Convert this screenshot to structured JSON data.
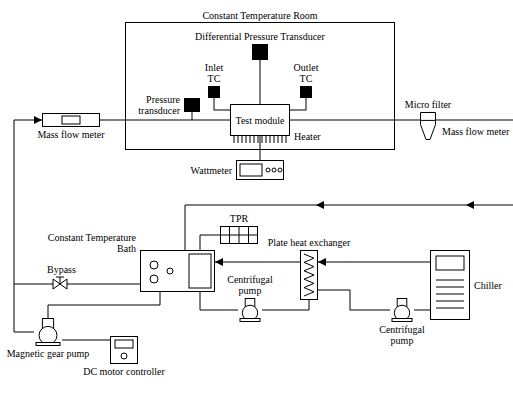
{
  "diagram": {
    "nodes": [
      {
        "text": [
          "Constant Temperature Room"
        ]
      },
      {
        "text": [
          "Differential Pressure Transducer"
        ],
        "in": 0
      },
      {
        "text": [
          "Pressure transducer"
        ],
        "in": 0
      },
      {
        "text": [
          "Inlet TC"
        ],
        "in": 0
      },
      {
        "text": [
          "Outlet TC"
        ],
        "in": 0
      },
      {
        "text": [
          "Test module"
        ],
        "in": 0
      },
      {
        "text": [
          "Mass flow meter"
        ]
      },
      {
        "text": [
          "Micro filter"
        ]
      },
      {
        "text": [
          "Wattmeter"
        ]
      },
      {
        "text": [
          "TPR"
        ]
      },
      {
        "text": [
          "Constant Temperature Bath"
        ]
      },
      {
        "text": [
          "Magnetic gear pump"
        ]
      },
      {
        "text": [
          "DC motor controller"
        ]
      },
      {
        "text": [
          "Centrifugal pump"
        ]
      },
      {
        "text": [
          "Plate heat exchanger"
        ]
      },
      {
        "text": [
          "Centrifugal pump"
        ]
      },
      {
        "text": [
          "Chiller"
        ]
      }
    ],
    "edges": [
      {
        "from": 1,
        "to": 5,
        "arrow": "none"
      },
      {
        "from": 3,
        "to": 5,
        "arrow": "none"
      },
      {
        "from": 4,
        "to": 5,
        "arrow": "none"
      },
      {
        "from": 6,
        "to": 5,
        "arrow": "none"
      },
      {
        "from": 5,
        "to": 7,
        "arrow": "none"
      },
      {
        "from": 8,
        "to": 5,
        "arrow": "none"
      },
      {
        "from": 9,
        "to": 10,
        "arrow": "none"
      },
      {
        "from": 10,
        "to": 11,
        "arrow": "none"
      },
      {
        "from": 11,
        "to": 6,
        "arrow": "to"
      },
      {
        "from": 12,
        "to": 11,
        "arrow": "none"
      },
      {
        "from": 10,
        "to": 13,
        "arrow": "none"
      },
      {
        "from": 13,
        "to": 14,
        "arrow": "none"
      },
      {
        "from": 14,
        "to": 15,
        "arrow": "none"
      },
      {
        "from": 15,
        "to": 16,
        "arrow": "none"
      },
      {
        "from": 16,
        "to": 14,
        "arrow": "to"
      },
      {
        "from": 14,
        "to": 10,
        "arrow": "to"
      }
    ],
    "labels": [
      "Heater",
      "Mass flow meter",
      "Bypass"
    ]
  }
}
